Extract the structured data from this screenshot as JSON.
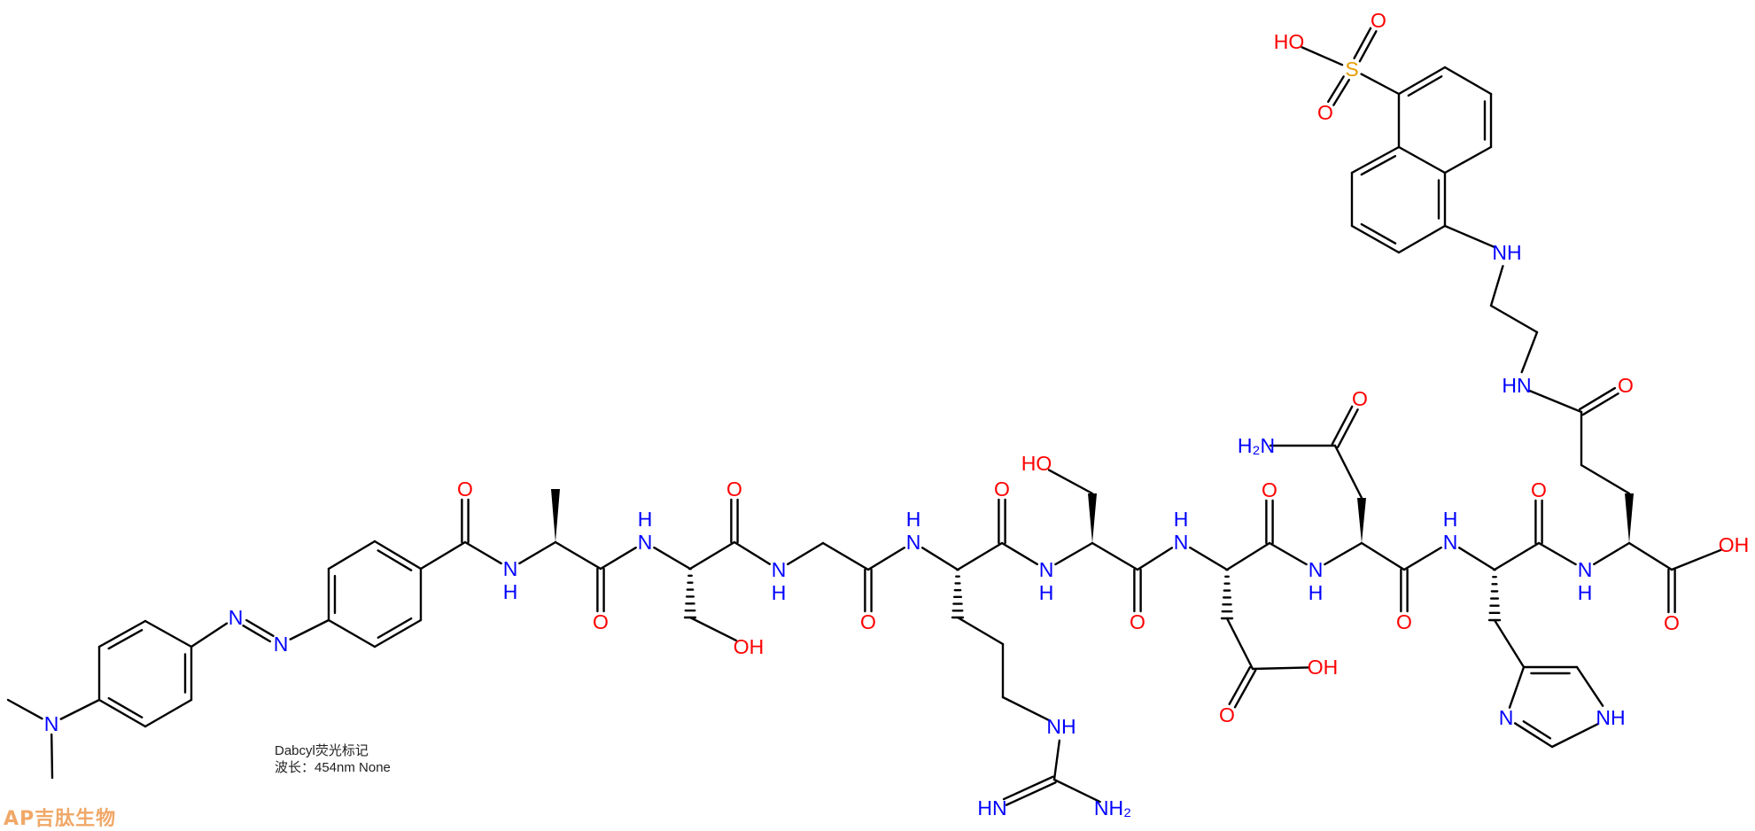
{
  "caption": {
    "line1": "Dabcyl荧光标记",
    "line2": "波长：454nm None"
  },
  "watermark": "AP吉肽生物",
  "colors": {
    "O": "#ff0000",
    "N": "#0000ff",
    "S": "#e69b00",
    "bond": "#000000",
    "watermark": "#f0a868"
  },
  "atom_labels": {
    "N0": "N",
    "Na": "N",
    "Nb": "N",
    "O1": "O",
    "N1": "N",
    "HN1": "H",
    "O2": "O",
    "N2": "N",
    "HN2": "H",
    "O3": "OH",
    "O4": "O",
    "N3": "N",
    "HN3": "H",
    "O5": "O",
    "N4": "N",
    "HN4": "H",
    "N5": "NH",
    "N6": "HN",
    "N7": "NH₂",
    "O6": "O",
    "N8": "N",
    "HN8": "H",
    "O7": "HO",
    "O8": "O",
    "N9": "N",
    "HN9": "H",
    "O9": "OH",
    "O10": "O",
    "O11": "O",
    "N10": "N",
    "HN10": "H",
    "O12": "O",
    "N11": "H₂N",
    "O13": "O",
    "N12": "N",
    "HN12": "H",
    "Hn1": "NH",
    "Hn3": "N",
    "O14": "O",
    "N13": "N",
    "HN13": "H",
    "O15": "O",
    "N14": "HN",
    "N15": "NH",
    "O16": "OH",
    "O17": "O",
    "S": "S",
    "O18": "HO",
    "O19": "O",
    "O20": "O"
  }
}
